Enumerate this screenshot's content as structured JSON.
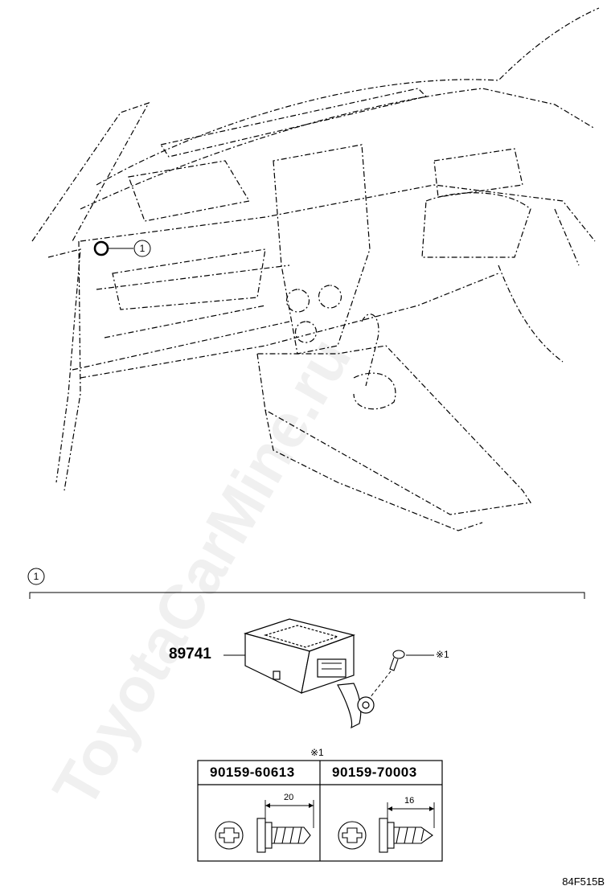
{
  "callout": "1",
  "section_marker": "1",
  "part_number": "89741",
  "note_mark": "※1",
  "table": {
    "header_mark": "※1",
    "columns": [
      {
        "part": "90159-60613",
        "length": "20"
      },
      {
        "part": "90159-70003",
        "length": "16"
      }
    ]
  },
  "drawing_code": "84F515B",
  "watermark": "ToyotaCarMine.ru"
}
